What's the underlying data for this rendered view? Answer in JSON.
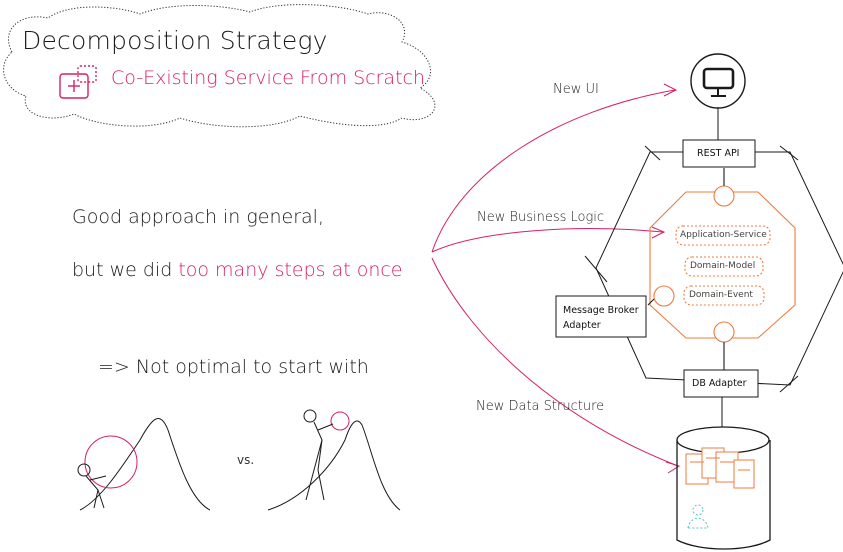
{
  "header": {
    "title": "Decomposition Strategy",
    "subtitle": "Co-Existing Service From Scratch"
  },
  "body_text": {
    "line1": "Good approach in general,",
    "line2_prefix": "but we did ",
    "line2_accent": "too many steps at once",
    "line3": "=> Not optimal to start with",
    "vs": "vs."
  },
  "arrows": {
    "new_ui": "New UI",
    "new_business_logic": "New Business Logic",
    "new_data_structure": "New Data Structure"
  },
  "hexagon": {
    "rest_api": "REST API",
    "db_adapter": "DB Adapter",
    "message_broker_line1": "Message Broker",
    "message_broker_line2": "Adapter",
    "application_service": "Application-Service",
    "domain_model": "Domain-Model",
    "domain_event": "Domain-Event"
  },
  "colors": {
    "accent": "#d61f69",
    "orange": "#f07b3f",
    "ink": "#1a1a1a",
    "db_teal": "#56c2c2"
  },
  "icons": {
    "subtitle_icon": "new-component-icon",
    "ui": "monitor-icon",
    "storage": "database-icon"
  }
}
